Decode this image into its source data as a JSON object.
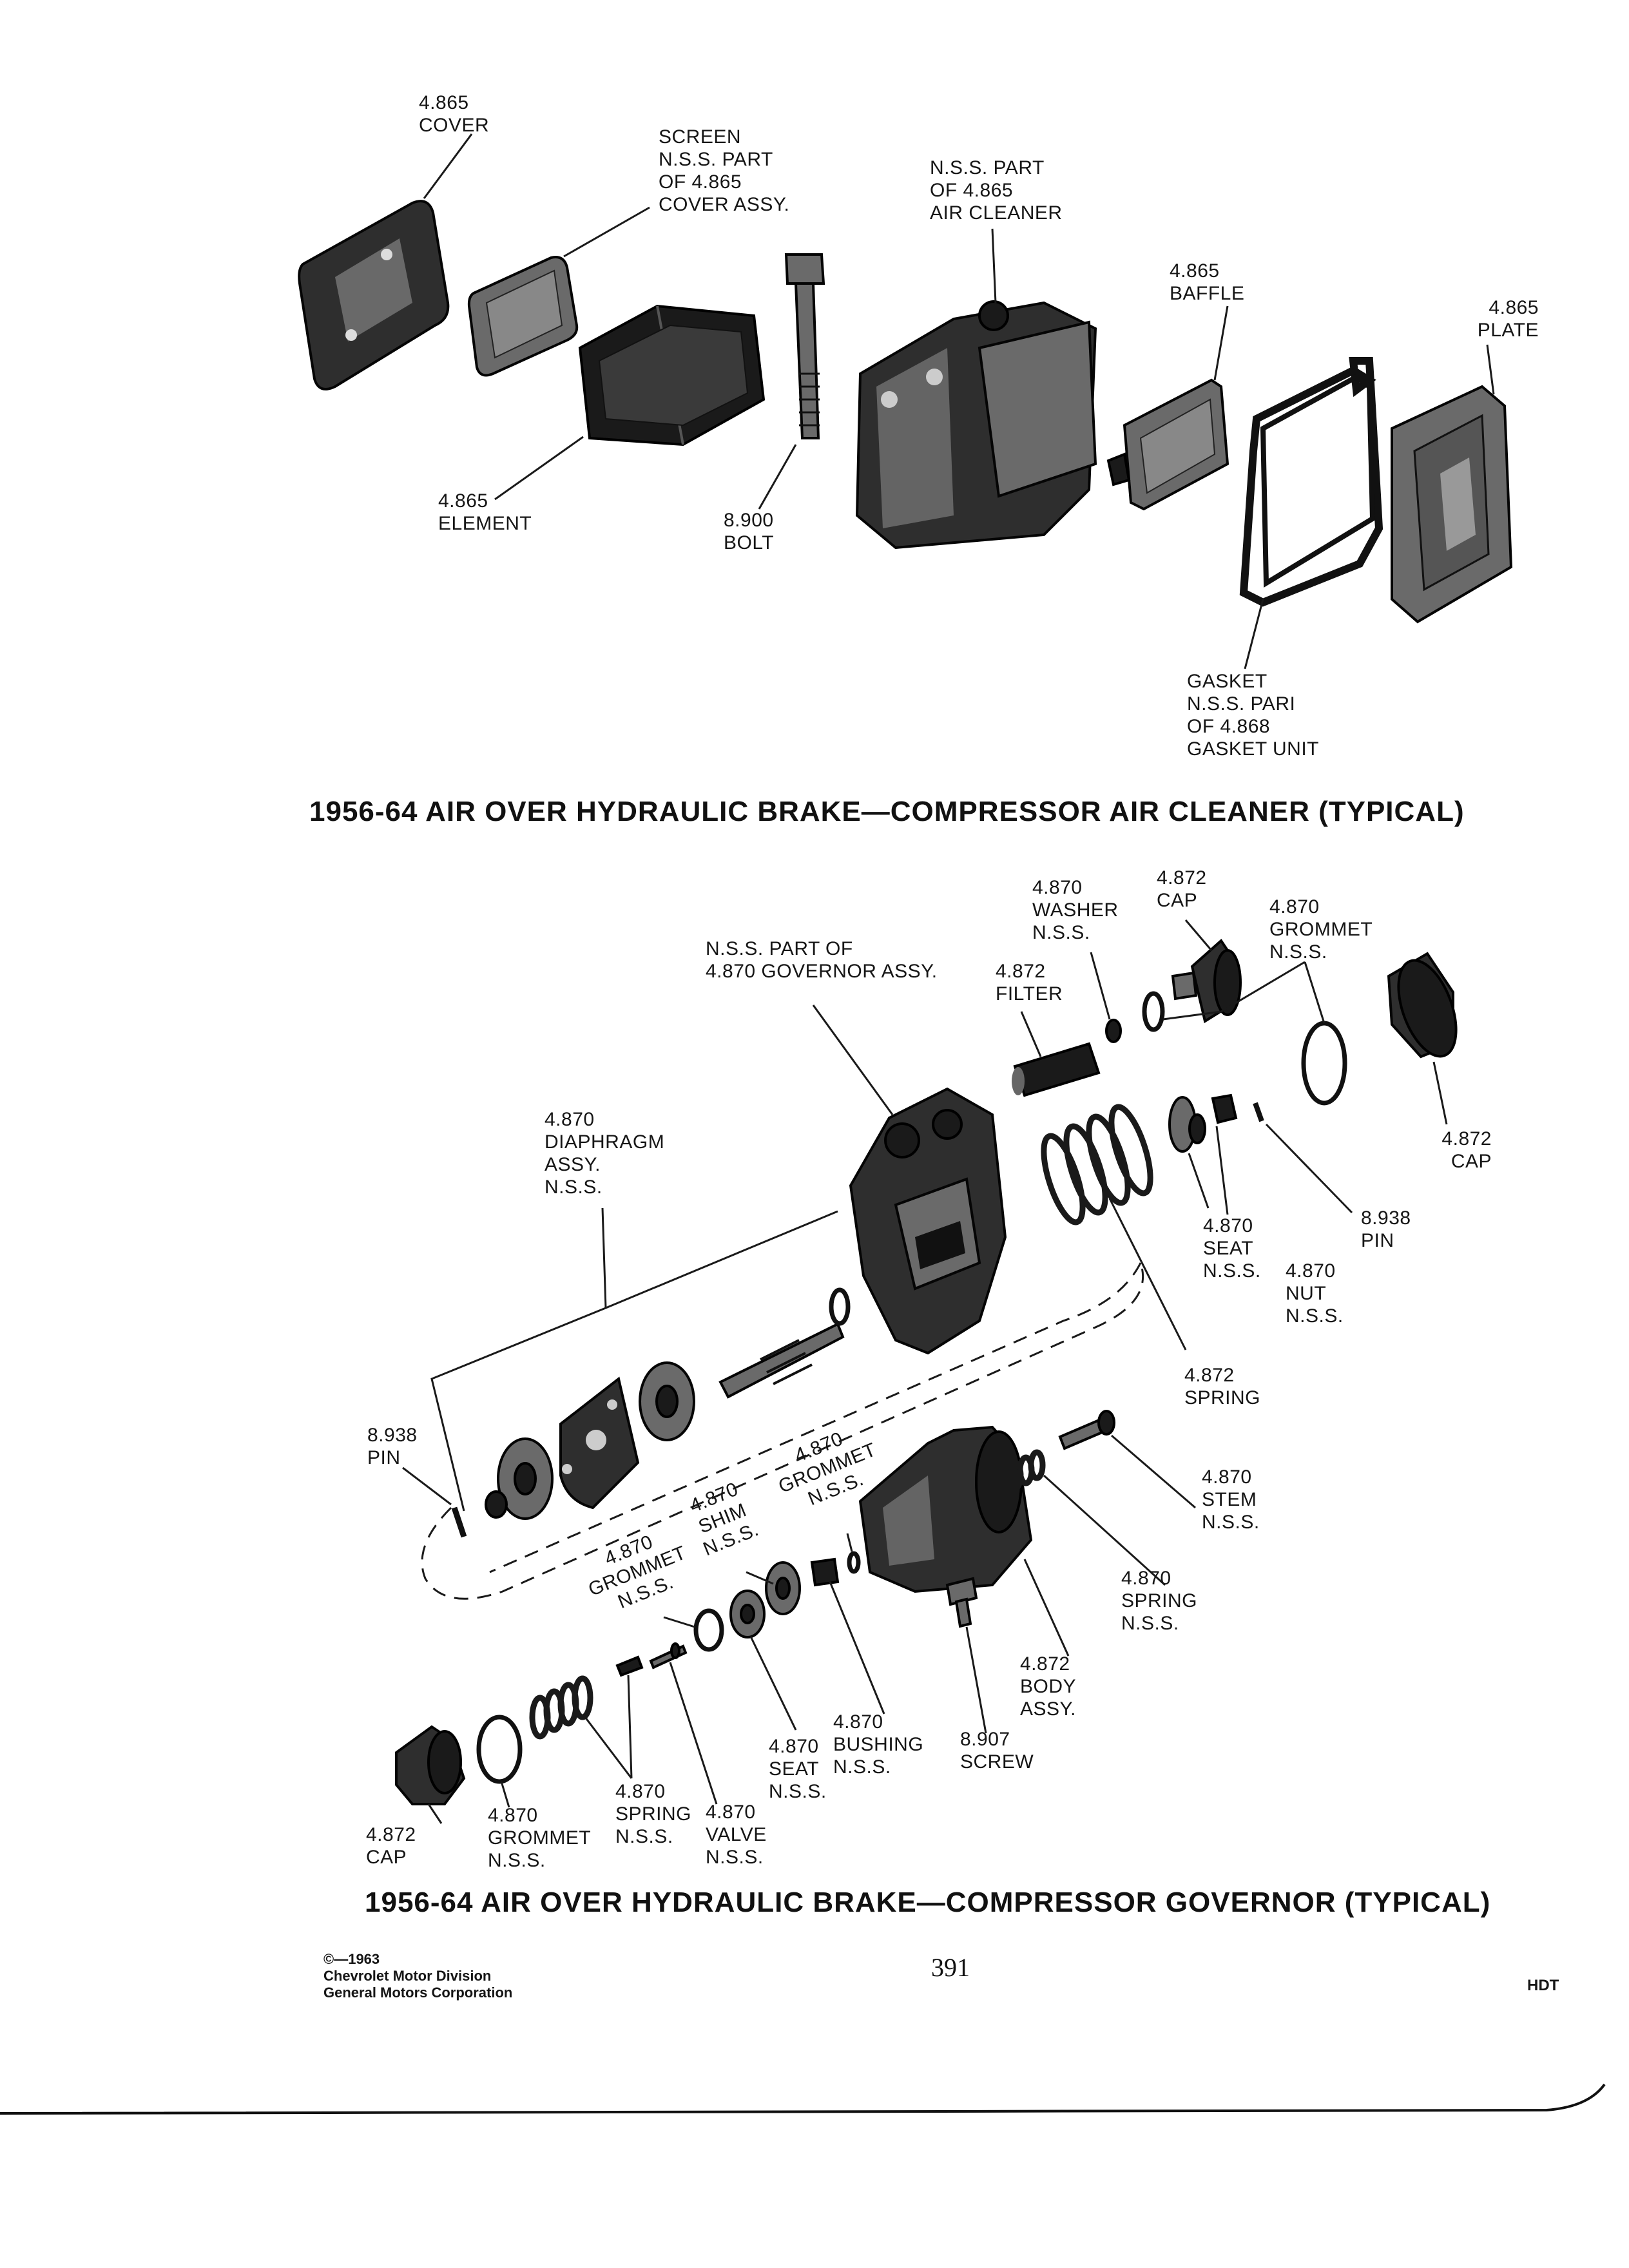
{
  "diagram_top": {
    "title": "1956-64 AIR OVER HYDRAULIC BRAKE—COMPRESSOR AIR CLEANER (TYPICAL)",
    "labels": {
      "cover": "4.865\nCOVER",
      "screen": "SCREEN\nN.S.S. PART\nOF 4.865\nCOVER ASSY.",
      "air_cleaner": "N.S.S. PART\nOF 4.865\nAIR CLEANER",
      "baffle": "4.865\nBAFFLE",
      "plate": "4.865\nPLATE",
      "element": "4.865\nELEMENT",
      "bolt": "8.900\nBOLT",
      "gasket": "GASKET\nN.S.S. PARI\nOF 4.868\nGASKET UNIT"
    }
  },
  "diagram_bottom": {
    "title": "1956-64 AIR OVER HYDRAULIC BRAKE—COMPRESSOR GOVERNOR (TYPICAL)",
    "labels": {
      "washer": "4.870\nWASHER\nN.S.S.",
      "cap_top": "4.872\nCAP",
      "grommet_top": "4.870\nGROMMET\nN.S.S.",
      "governor_assy": "N.S.S. PART OF\n4.870 GOVERNOR ASSY.",
      "filter": "4.872\nFILTER",
      "cap_right": "4.872\nCAP",
      "diaphragm": "4.870\nDIAPHRAGM\nASSY.\nN.S.S.",
      "pin_right": "8.938\nPIN",
      "seat_upper": "4.870\nSEAT\nN.S.S.",
      "nut": "4.870\nNUT\nN.S.S.",
      "spring_upper": "4.872\nSPRING",
      "pin_left": "8.938\nPIN",
      "stem": "4.870\nSTEM\nN.S.S.",
      "grommet_mid": "4.870\nGROMMET\nN.S.S.",
      "shim": "4.870\nSHIM\nN.S.S.",
      "grommet_left": "4.870\nGROMMET\nN.S.S.",
      "spring_right": "4.870\nSPRING\nN.S.S.",
      "body_assy": "4.872\nBODY\nASSY.",
      "bushing": "4.870\nBUSHING\nN.S.S.",
      "seat_lower": "4.870\nSEAT\nN.S.S.",
      "screw": "8.907\nSCREW",
      "spring_lower": "4.870\nSPRING\nN.S.S.",
      "valve": "4.870\nVALVE\nN.S.S.",
      "grommet_lower": "4.870\nGROMMET\nN.S.S.",
      "cap_lower": "4.872\nCAP"
    }
  },
  "footer": {
    "copyright": "©—1963\nChevrolet Motor Division\nGeneral Motors Corporation",
    "page_number": "391",
    "code": "HDT"
  }
}
